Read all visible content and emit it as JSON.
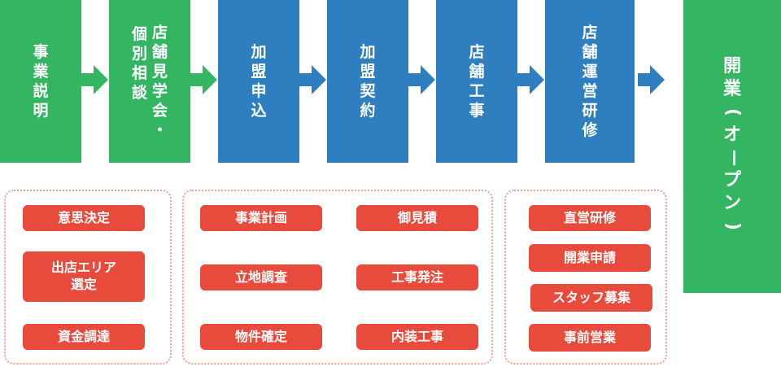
{
  "steps": [
    {
      "id": "explain",
      "lines": [
        "事業",
        "説明"
      ],
      "col_chars": [
        [
          "事",
          "業",
          "説",
          "明"
        ]
      ]
    },
    {
      "id": "visit",
      "col_chars": [
        [
          "店",
          "舗",
          "見",
          "学",
          "会",
          "・"
        ],
        [
          "個",
          "別",
          "相",
          "談"
        ]
      ]
    },
    {
      "id": "apply",
      "col_chars": [
        [
          "加",
          "盟",
          "申",
          "込"
        ]
      ]
    },
    {
      "id": "contract",
      "col_chars": [
        [
          "加",
          "盟",
          "契",
          "約"
        ]
      ]
    },
    {
      "id": "construction",
      "col_chars": [
        [
          "店",
          "舗",
          "工",
          "事"
        ]
      ]
    },
    {
      "id": "training",
      "col_chars": [
        [
          "店",
          "舗",
          "運",
          "営",
          "研",
          "修"
        ]
      ]
    },
    {
      "id": "open",
      "col_chars": [
        [
          "開",
          "業",
          "(",
          "オ",
          "ー",
          "プ",
          "ン",
          ")"
        ]
      ]
    }
  ],
  "groups": {
    "g1": [
      "意思決定",
      "出店エリア\n選定",
      "資金調達"
    ],
    "g2": [
      "事業計画",
      "御見積",
      "立地調査",
      "工事発注",
      "物件確定",
      "内装工事"
    ],
    "g3": [
      "直営研修",
      "開業申請",
      "スタッフ募集",
      "事前営業"
    ]
  },
  "colors": {
    "green": "#34b562",
    "blue": "#2f7fc0",
    "tag": "#e84a3b",
    "dotted_border": "#f0a08f"
  }
}
